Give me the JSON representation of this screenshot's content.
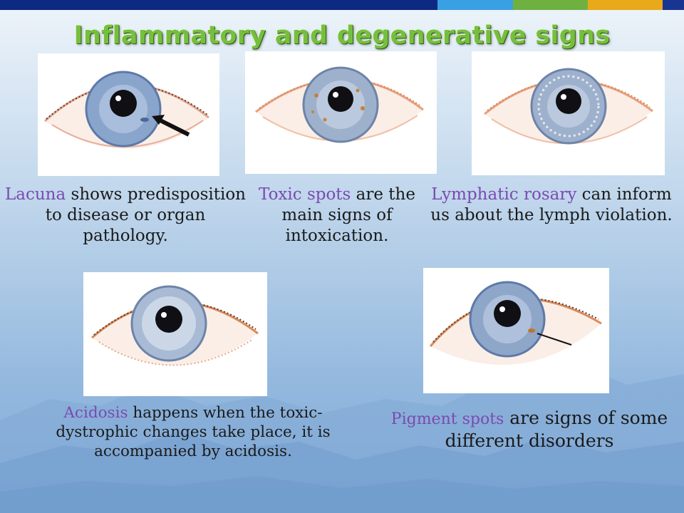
{
  "slide": {
    "title": "Inflammatory and degenerative signs",
    "accent_bar_colors": [
      "#0d2a82",
      "#39a0e3",
      "#6fb141",
      "#e8a91b",
      "#1a3591"
    ],
    "highlight_color": "#7a4ab1",
    "items": [
      {
        "image": "iris-photo-lacuna-arrow",
        "highlight": "Lacuna",
        "text": "  shows predisposition  to disease or organ pathology."
      },
      {
        "image": "iris-photo-toxic-spots",
        "highlight": "Toxic spots",
        "text": " are the main signs of intoxication."
      },
      {
        "image": "iris-photo-lymphatic-rosary",
        "highlight": "Lymphatic rosary",
        "text": " can inform us about the lymph violation."
      },
      {
        "image": "iris-photo-acidosis",
        "highlight": "Acidosis",
        "text": " happens when the toxic-dystrophic changes take place, it is accompanied by acidosis."
      },
      {
        "image": "iris-photo-pigment-spots",
        "highlight": "Pigment spots",
        "text": " are signs of some different disorders"
      }
    ]
  }
}
